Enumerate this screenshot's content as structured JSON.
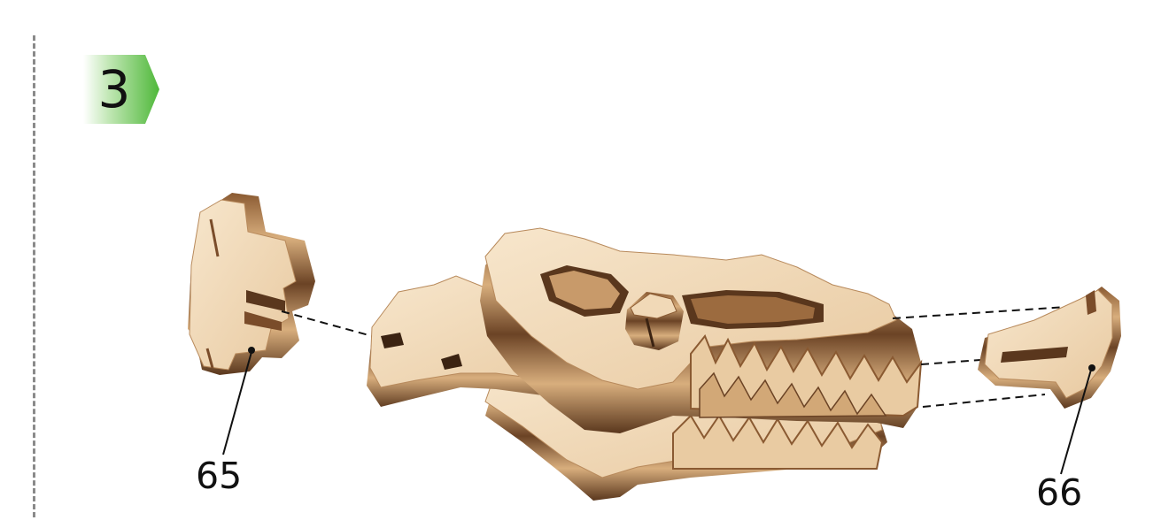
{
  "step": {
    "number": "3"
  },
  "parts": [
    {
      "number": "65"
    },
    {
      "number": "66"
    }
  ],
  "colors": {
    "badge_green": "#5fbf4a",
    "wood_face": "#f1d9b7",
    "wood_edge_dark": "#6b4325",
    "wood_edge_light": "#c89a6a"
  }
}
